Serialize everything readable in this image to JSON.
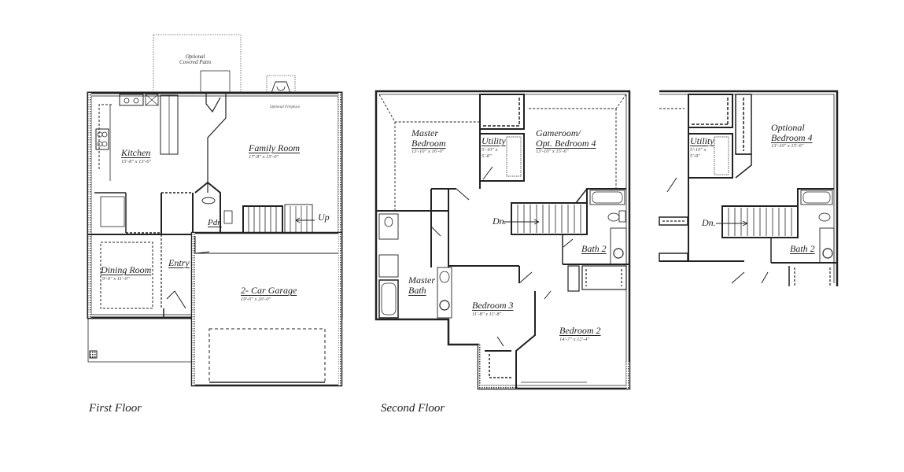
{
  "captions": {
    "first_floor": "First Floor",
    "second_floor": "Second Floor"
  },
  "first_floor": {
    "notes": {
      "covered_patio_line1": "Optional",
      "covered_patio_line2": "Covered Patio",
      "fireplace": "Optional Fireplace"
    },
    "rooms": {
      "kitchen": {
        "name": "Kitchen",
        "dims": "15'-8\" x 13'-6\""
      },
      "family_room": {
        "name": "Family Room",
        "dims": "17'-8\" x 15'-0\""
      },
      "dining_room": {
        "name": "Dining Room",
        "dims": "9'-0\" x 11'-0\""
      },
      "entry": {
        "name": "Entry"
      },
      "powder": {
        "name": "Pdr."
      },
      "garage": {
        "name": "2- Car Garage",
        "dims": "19'-0\" x 20'-0\""
      }
    },
    "stair_label": "Up"
  },
  "second_floor": {
    "rooms": {
      "master_bedroom": {
        "name_line1": "Master",
        "name_line2": "Bedroom",
        "dims": "13'-10\" x 16'-0\""
      },
      "utility": {
        "name": "Utility",
        "dims_line1": "5'-10\" x",
        "dims_line2": "5'-8\""
      },
      "gameroom": {
        "name_line1": "Gameroom/",
        "name_line2": "Opt. Bedroom 4",
        "dims": "13'-10\" x 15'-6\""
      },
      "bath2": {
        "name": "Bath 2"
      },
      "master_bath": {
        "name_line1": "Master",
        "name_line2": "Bath"
      },
      "bedroom3": {
        "name": "Bedroom 3",
        "dims": "11'-8\" x 11'-8\""
      },
      "bedroom2": {
        "name": "Bedroom 2",
        "dims": "14'-7\" x 12'-4\""
      }
    },
    "stair_label": "Dn."
  },
  "optional_plan": {
    "rooms": {
      "optional_bedroom4": {
        "name_line1": "Optional",
        "name_line2": "Bedroom 4",
        "dims": "13'-10\" x 15'-6\""
      },
      "utility": {
        "name": "Utility",
        "dims_line1": "5'-10\" x",
        "dims_line2": "5'-8\""
      },
      "bath2": {
        "name": "Bath 2"
      }
    },
    "stair_label": "Dn."
  }
}
